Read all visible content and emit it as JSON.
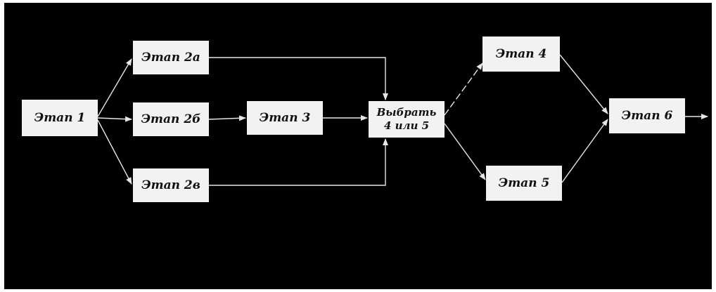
{
  "diagram": {
    "nodes": [
      {
        "id": "stage-1",
        "label": "Этап 1"
      },
      {
        "id": "stage-2a",
        "label": "Этап 2а"
      },
      {
        "id": "stage-2b",
        "label": "Этап 2б"
      },
      {
        "id": "stage-2v",
        "label": "Этап 2в"
      },
      {
        "id": "stage-3",
        "label": "Этап 3"
      },
      {
        "id": "choose",
        "label": "Выбрать\n4 или 5"
      },
      {
        "id": "stage-4",
        "label": "Этап 4"
      },
      {
        "id": "stage-5",
        "label": "Этап 5"
      },
      {
        "id": "stage-6",
        "label": "Этап 6"
      }
    ],
    "edges": [
      {
        "from": "stage-1",
        "to": "stage-2a"
      },
      {
        "from": "stage-1",
        "to": "stage-2b"
      },
      {
        "from": "stage-1",
        "to": "stage-2v"
      },
      {
        "from": "stage-2b",
        "to": "stage-3"
      },
      {
        "from": "stage-3",
        "to": "choose"
      },
      {
        "from": "stage-2a",
        "to": "choose"
      },
      {
        "from": "stage-2v",
        "to": "choose"
      },
      {
        "from": "choose",
        "to": "stage-4"
      },
      {
        "from": "choose",
        "to": "stage-5"
      },
      {
        "from": "stage-4",
        "to": "stage-6"
      },
      {
        "from": "stage-5",
        "to": "stage-6"
      },
      {
        "from": "stage-6",
        "to": "output"
      }
    ],
    "colors": {
      "background": "#000000",
      "node_fill": "#f2f2f2",
      "node_text": "#111111",
      "line": "#e6e6e6"
    }
  }
}
